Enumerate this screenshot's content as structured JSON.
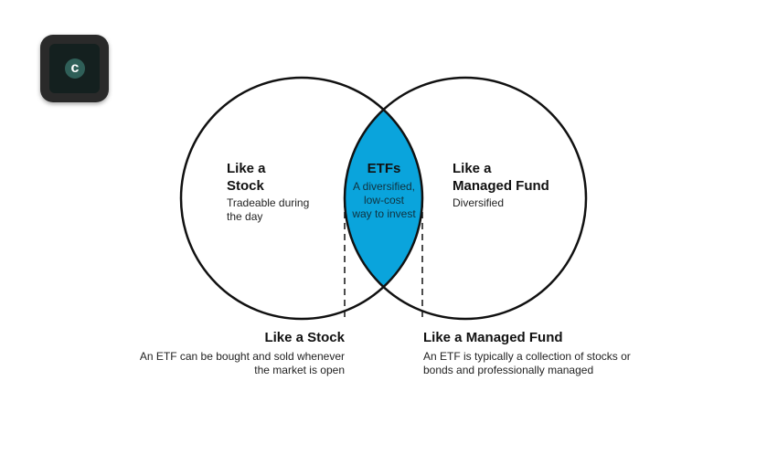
{
  "colors": {
    "accent": "#0aa4dc",
    "outline": "#111111"
  },
  "app_icon": {
    "name": "c-logo-icon",
    "letter": "c"
  },
  "left_circle": {
    "title_line1": "Like a",
    "title_line2": "Stock",
    "desc_line1": "Tradeable during",
    "desc_line2": "the day"
  },
  "center": {
    "title": "ETFs",
    "desc_line1": "A diversified,",
    "desc_line2": "low-cost",
    "desc_line3": "way to invest"
  },
  "right_circle": {
    "title_line1": "Like a",
    "title_line2": "Managed Fund",
    "desc_line1": "Diversified"
  },
  "left_callout": {
    "title": "Like a Stock",
    "desc_line1": "An ETF can be bought and sold whenever",
    "desc_line2": "the market is open"
  },
  "right_callout": {
    "title": "Like a Managed Fund",
    "desc_line1": "An ETF is typically a collection of stocks or",
    "desc_line2": "bonds and professionally managed"
  }
}
